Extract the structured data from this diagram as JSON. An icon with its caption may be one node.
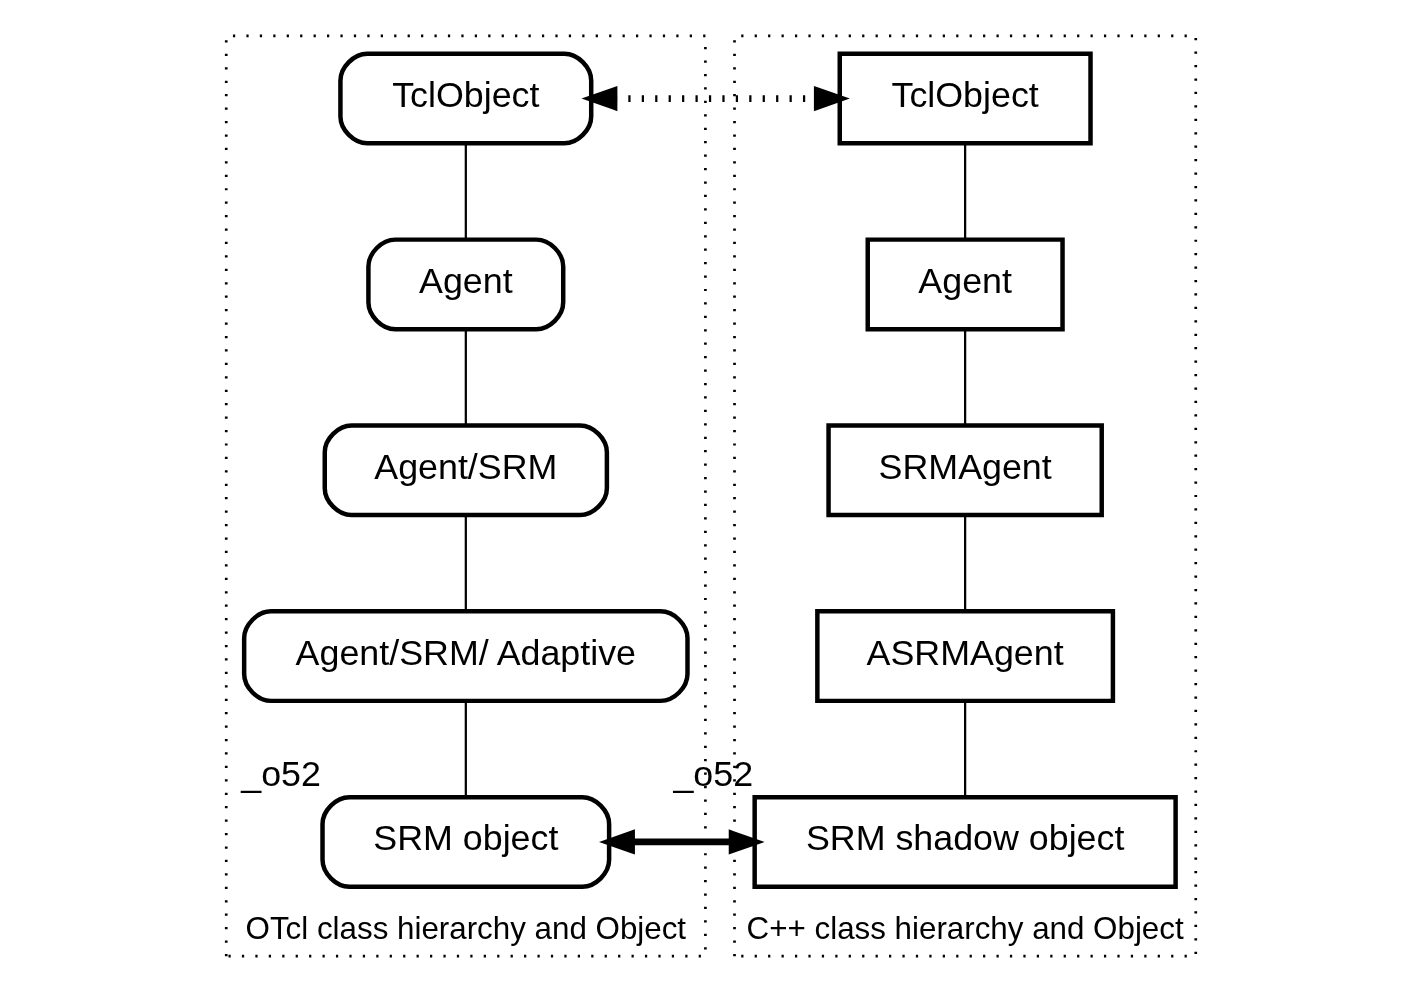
{
  "diagram": {
    "nodes": [
      {
        "text": [
          "OTcl class hierarchy and Object"
        ]
      },
      {
        "text": [
          "TclObject"
        ],
        "in": 0
      },
      {
        "text": [
          "Agent"
        ],
        "in": 0
      },
      {
        "text": [
          "Agent/SRM"
        ],
        "in": 0
      },
      {
        "text": [
          "Agent/SRM/ Adaptive"
        ],
        "in": 0
      },
      {
        "text": [
          "SRM object"
        ],
        "in": 0,
        "beside": [
          "_o52"
        ]
      },
      {
        "text": [
          "C++ class hierarchy and Object"
        ]
      },
      {
        "text": [
          "TclObject"
        ],
        "in": 6
      },
      {
        "text": [
          "Agent"
        ],
        "in": 6
      },
      {
        "text": [
          "SRMAgent"
        ],
        "in": 6
      },
      {
        "text": [
          "ASRMAgent"
        ],
        "in": 6
      },
      {
        "text": [
          "SRM shadow object"
        ],
        "in": 6,
        "beside": [
          "_o52"
        ]
      }
    ],
    "edges": [
      {
        "from": 1,
        "to": 7,
        "arrow": "both",
        "style": "dashed"
      },
      {
        "from": 1,
        "to": 2,
        "arrow": "none"
      },
      {
        "from": 2,
        "to": 3,
        "arrow": "none"
      },
      {
        "from": 3,
        "to": 4,
        "arrow": "none"
      },
      {
        "from": 4,
        "to": 5,
        "arrow": "none"
      },
      {
        "from": 7,
        "to": 8,
        "arrow": "none"
      },
      {
        "from": 8,
        "to": 9,
        "arrow": "none"
      },
      {
        "from": 9,
        "to": 10,
        "arrow": "none"
      },
      {
        "from": 10,
        "to": 11,
        "arrow": "none"
      },
      {
        "from": 5,
        "to": 11,
        "arrow": "both",
        "style": "thick"
      }
    ]
  }
}
